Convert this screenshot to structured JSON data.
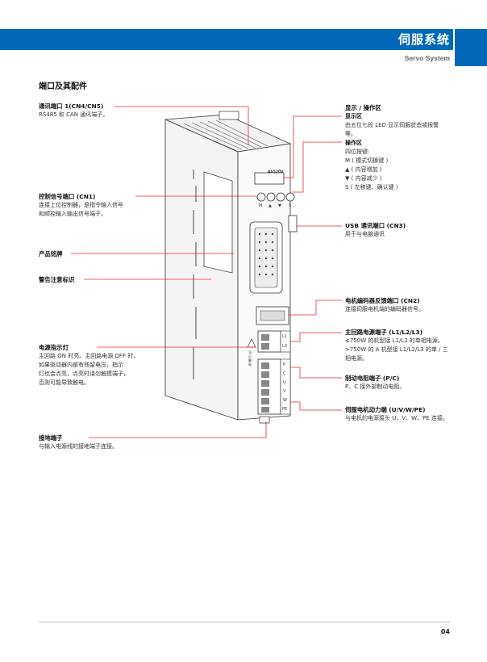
{
  "header": {
    "title": "伺服系统",
    "subtitle": "Servo System"
  },
  "section_title": "端口及其配件",
  "device_text": {
    "model": "AS520V",
    "keys": [
      "M",
      "▲",
      "▼",
      "S"
    ],
    "terminals_top": [
      "L1",
      "L3"
    ],
    "terminals_bottom": [
      "P",
      "C",
      "U",
      "V",
      "W",
      "PE"
    ],
    "warning_vertical": "当心触电"
  },
  "left_labels": {
    "comm": {
      "title": "通讯端口 1(CN4/CN5)",
      "desc": "RS485 和 CAN 通讯端子。"
    },
    "ctrl": {
      "title": "控制信号端口 (CN1)",
      "desc": [
        "连接上位控制器，是指令输入信号",
        "和顺控输入输出信号端子。"
      ]
    },
    "nameplate": {
      "title": "产品铭牌"
    },
    "warning": {
      "title": "警告注意标识"
    },
    "power_led": {
      "title": "电源指示灯",
      "desc": [
        "主回路 ON 时亮。主回路电源 OFF 时，",
        "如果驱动器内部有残留电压，指示",
        "灯也会点亮，点亮时请勿触摸端子，",
        "否则可能导致触电。"
      ]
    },
    "ground": {
      "title": "接地端子",
      "desc": "与输入电源线的接地端子连接。"
    }
  },
  "right_labels": {
    "display": {
      "title": "显示 / 操作区",
      "sub1": "显示区",
      "sub1_desc": [
        "由五位七段 LED 显示伺服状态或报警",
        "等。"
      ],
      "sub2": "操作区",
      "sub2_lines": [
        "四位按键:",
        "M ( 模式切换键 )",
        "▲ ( 内容增加 )",
        "▼ ( 内容减少 )",
        "S ( 左移键、确认键 )"
      ]
    },
    "usb": {
      "title": "USB 通讯端口 (CN3)",
      "desc": "用于与电脑通讯"
    },
    "encoder": {
      "title": "电机编码器反馈端口 (CN2)",
      "desc": "连接伺服电机端的编码器信号。"
    },
    "main_power": {
      "title": "主回路电源端子 (L1/L2/L3)",
      "desc": [
        "≤750W 的机型接 L1/L2 的单相电源。",
        ">750W 的 A 机型接 L1/L2/L3 的单 / 三",
        "相电源。"
      ]
    },
    "brake": {
      "title": "制动电阻端子 (P/C)",
      "desc": "P、C 接外部制动电阻。"
    },
    "motor": {
      "title": "伺服电机动力端 (U/V/W/PE)",
      "desc": "与电机的电源接头 U、V、W、PE 连接。"
    }
  },
  "footer": {
    "page": "04"
  },
  "colors": {
    "brand_blue": "#0068b7",
    "callout_red": "#e52b33"
  }
}
